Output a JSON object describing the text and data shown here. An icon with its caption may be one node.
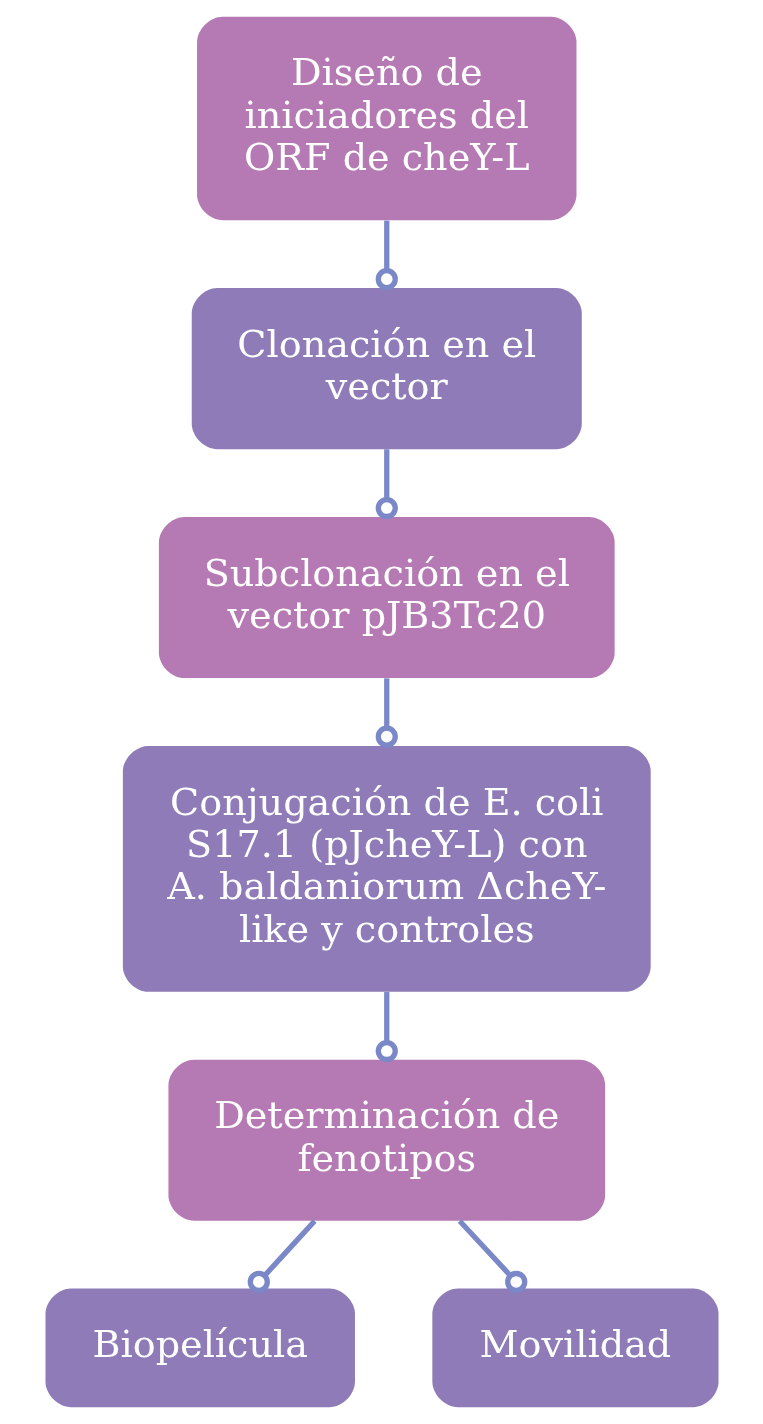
{
  "diagram": {
    "nodes": [
      {
        "text": [
          "Diseño de iniciadores del ORF de cheY-L"
        ]
      },
      {
        "text": [
          "Clonación en el vector"
        ]
      },
      {
        "text": [
          "Subclonación en el vector pJB3Tc20"
        ]
      },
      {
        "text": [
          "Conjugación de E. coli S17.1 (pJcheY-L) con A. baldaniorum ΔcheY-like y controles"
        ]
      },
      {
        "text": [
          "Determinación de fenotipos"
        ]
      },
      {
        "text": [
          "Biopelícula"
        ]
      },
      {
        "text": [
          "Movilidad"
        ]
      }
    ],
    "edges": [
      {
        "from": 0,
        "to": 1,
        "arrow": "other"
      },
      {
        "from": 1,
        "to": 2,
        "arrow": "other"
      },
      {
        "from": 2,
        "to": 3,
        "arrow": "other"
      },
      {
        "from": 3,
        "to": 4,
        "arrow": "other"
      },
      {
        "from": 4,
        "to": 5,
        "arrow": "other"
      },
      {
        "from": 4,
        "to": 6,
        "arrow": "other"
      }
    ]
  }
}
